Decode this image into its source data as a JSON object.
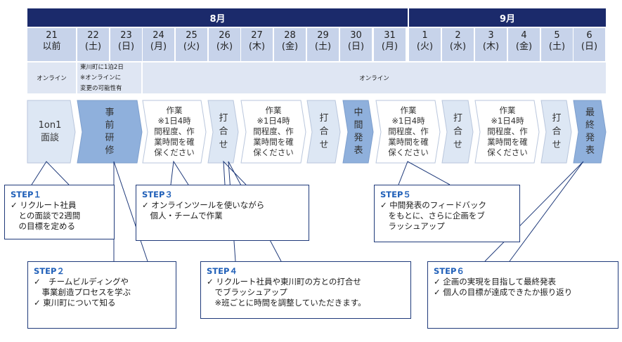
{
  "months": {
    "aug": "8月",
    "sep": "9月"
  },
  "days": [
    {
      "num": "21",
      "sub": "以前"
    },
    {
      "num": "22",
      "sub": "(土)"
    },
    {
      "num": "23",
      "sub": "(日)"
    },
    {
      "num": "24",
      "sub": "(月)"
    },
    {
      "num": "25",
      "sub": "(火)"
    },
    {
      "num": "26",
      "sub": "(水)"
    },
    {
      "num": "27",
      "sub": "(木)"
    },
    {
      "num": "28",
      "sub": "(金)"
    },
    {
      "num": "29",
      "sub": "(土)"
    },
    {
      "num": "30",
      "sub": "(日)"
    },
    {
      "num": "31",
      "sub": "(月)"
    },
    {
      "num": "1",
      "sub": "(火)"
    },
    {
      "num": "2",
      "sub": "(水)"
    },
    {
      "num": "3",
      "sub": "(木)"
    },
    {
      "num": "4",
      "sub": "(金)"
    },
    {
      "num": "5",
      "sub": "(土)"
    },
    {
      "num": "6",
      "sub": "(日)"
    }
  ],
  "mode": {
    "first": "オンライン",
    "second": "東川町に1泊2日\n※オンラインに\n変更の可能性有",
    "rest": "オンライン"
  },
  "tiles": {
    "t1": "1on1\n面談",
    "t2": "事\n前\n研\n修",
    "t3": "作業\n※1日4時\n間程度、作\n業時間を確\n保ください",
    "t4": "打\n合\nせ",
    "t5": "作業\n※1日4時\n間程度、作\n業時間を確\n保ください",
    "t6": "打\n合\nせ",
    "t7": "中\n間\n発\n表",
    "t8": "作業\n※1日4時\n間程度、作\n業時間を確\n保ください",
    "t9": "打\n合\nせ",
    "t10": "作業\n※1日4時\n間程度、作\n業時間を確\n保ください",
    "t11": "打\n合\nせ",
    "t12": "最\n終\n発\n表"
  },
  "steps": {
    "s1": {
      "title": "STEP１",
      "body": "✓ リクルート社員\n　との面談で2週間\n　の目標を定める"
    },
    "s2": {
      "title": "STEP２",
      "body": "✓　チームビルディングや\n　事業創造プロセスを学ぶ\n✓ 東川町について知る"
    },
    "s3": {
      "title": "STEP３",
      "body": "✓ オンラインツールを使いながら\n　個人・チームで作業"
    },
    "s4": {
      "title": "STEP４",
      "body": "✓ リクルート社員や東川町の方との打合せ\n　でブラッシュアップ\n　※班ごとに時間を調整していただきます。"
    },
    "s5": {
      "title": "STEP５",
      "body": "✓ 中間発表のフィードバック\n　をもとに、さらに企画をブ\n　ラッシュアップ"
    },
    "s6": {
      "title": "STEP６",
      "body": "✓ 企画の実現を目指して最終発表\n✓ 個人の目標が達成できたか振り返り"
    }
  },
  "colors": {
    "navy": "#1b2a6b",
    "dayBg": "#c7d3ea",
    "modeBg": "#dfe6f3",
    "tileLight": "#dde7f4",
    "tileDark": "#8fb0dc",
    "stepText": "#1f5fb8"
  }
}
